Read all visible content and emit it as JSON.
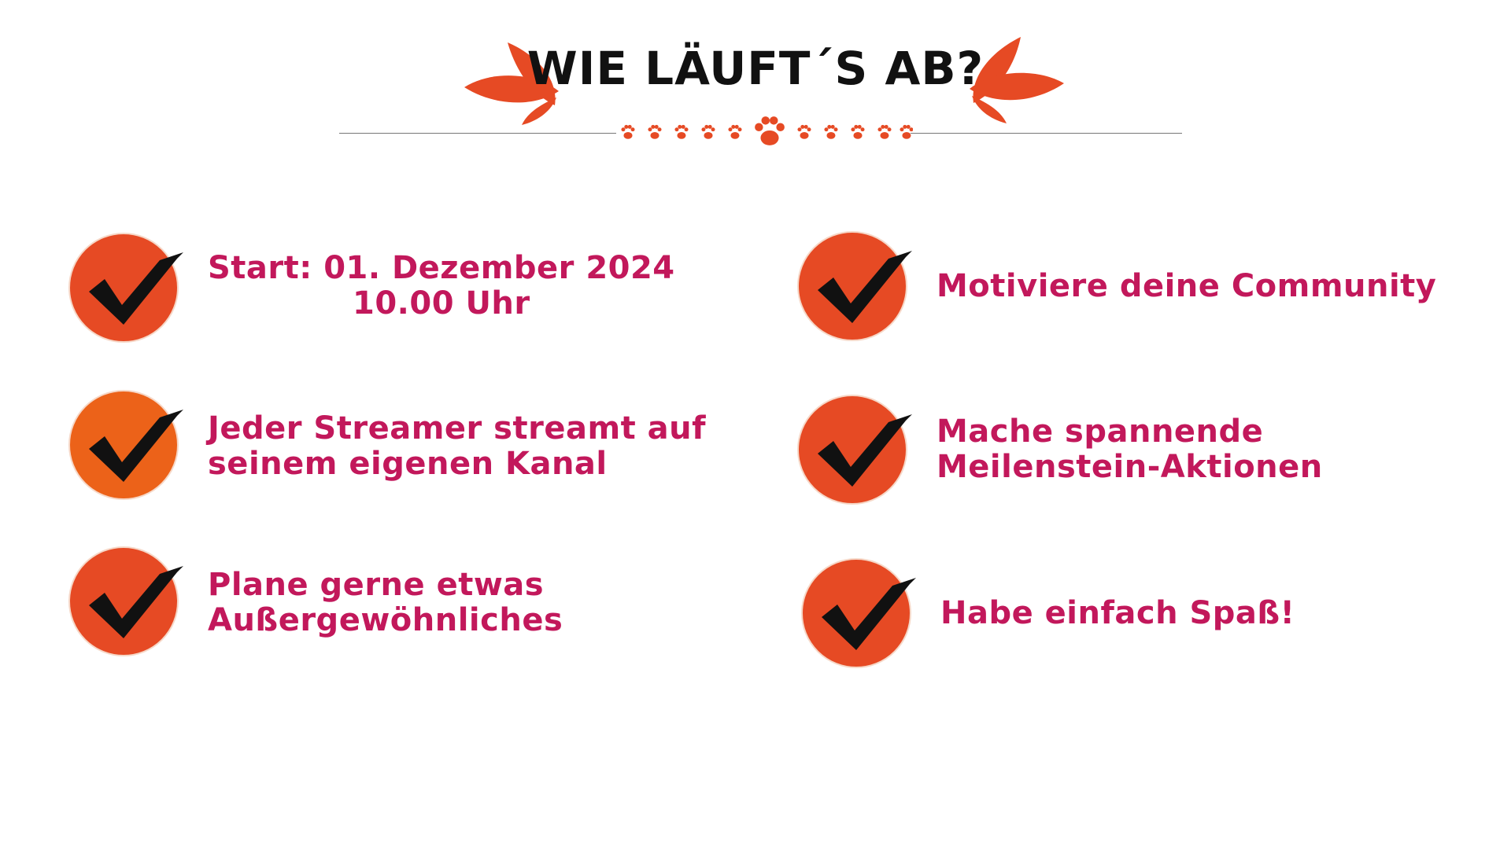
{
  "title": "WIE LÄUFT´S AB?",
  "colors": {
    "accent": "#e64a24",
    "accent_alt": "#ec6219",
    "text": "#c2185b",
    "title": "#111111",
    "divider": "#777777"
  },
  "icons": {
    "decoration_left": "leaf-branch-icon",
    "decoration_right": "leaf-branch-icon",
    "divider_ornament": "paw-print-icon",
    "item_marker": "checkmark-circle-icon"
  },
  "items_left": [
    {
      "text": "Start: 01. Dezember 2024\n10.00 Uhr"
    },
    {
      "text": "Jeder Streamer streamt auf\nseinem eigenen Kanal"
    },
    {
      "text": "Plane gerne etwas\nAußergewöhnliches"
    }
  ],
  "items_right": [
    {
      "text": "Motiviere deine Community"
    },
    {
      "text": "Mache spannende\nMeilenstein-Aktionen"
    },
    {
      "text": "Habe einfach Spaß!"
    }
  ]
}
